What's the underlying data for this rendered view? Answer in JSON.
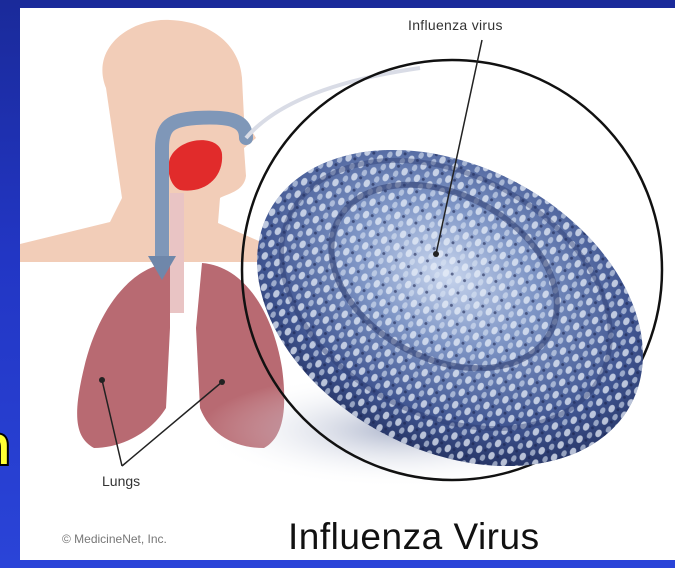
{
  "labels": {
    "influenza_virus": "Influenza virus",
    "lungs": "Lungs",
    "copyright": "© MedicineNet, Inc.",
    "title": "Influenza Virus"
  },
  "side_text_fragment": "n",
  "colors": {
    "slide_background": "#2236c4",
    "side_text": "#ffff33",
    "virus_blue": "#4a5f9a",
    "lung_red": "#b86a72",
    "skin": "#f2cdb8",
    "airway_arrow": "#7f97b8"
  }
}
